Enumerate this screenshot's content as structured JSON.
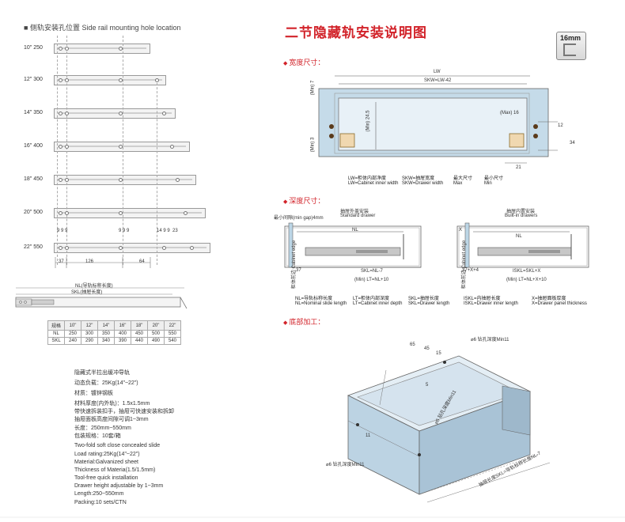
{
  "left": {
    "title": "侧轨安装孔位置  Side rail mounting hole location",
    "rails": [
      {
        "label": "10\"  250"
      },
      {
        "label": "12\"  300"
      },
      {
        "label": "14\"  350"
      },
      {
        "label": "16\"  400"
      },
      {
        "label": "18\"  450"
      },
      {
        "label": "20\"  500"
      },
      {
        "label": "22\"  550"
      }
    ],
    "hole_dims": {
      "a": "9 9 9",
      "b": "9 9 9",
      "c": "14 9 9",
      "d": "23"
    },
    "bottom_dims": {
      "d1": "37",
      "d2": "126",
      "d3": "64"
    },
    "slide_drawing": {
      "nl": "NL(导轨标称长度)",
      "skl": "SKL(抽屉长度)"
    },
    "table": {
      "header": [
        "规格",
        "10\"",
        "12\"",
        "14\"",
        "16\"",
        "18\"",
        "20\"",
        "22\""
      ],
      "rows": [
        [
          "NL",
          "250",
          "300",
          "350",
          "400",
          "450",
          "500",
          "550"
        ],
        [
          "SKL",
          "240",
          "290",
          "340",
          "390",
          "440",
          "490",
          "540"
        ]
      ]
    },
    "specs_cn": [
      "隐藏式半拉出缓冲导轨",
      "动态负载：25Kg(14\"~22\")",
      "材质：镀锌钢板",
      "材料厚度(内外轨)：1.5x1.5mm",
      "带快速拆装扣手，抽屉可快速安装和拆卸",
      "抽屉面板高度间隙可调1~3mm",
      "长度：250mm~550mm",
      "包装规格：10套/箱"
    ],
    "specs_en": [
      "Two-fold soft close concealed slide",
      "Load rating:25Kg(14\"~22\")",
      "Material:Galvanized sheet",
      "Thickness of Materia(1.5/1.5mm)",
      "Tool-free quick installation",
      "Drawer height adjustable by 1~3mm",
      "Length:250~550mm",
      "Packing:10 sets/CTN"
    ]
  },
  "right": {
    "title": "二节隐藏轨安装说明图",
    "badge": "16mm",
    "section1": "宽度尺寸：",
    "section2": "深度尺寸：",
    "section3": "底部加工：",
    "width_dims": {
      "lw": "LW",
      "skw": "SKW=LW-42",
      "min7": "(Min) 7",
      "min245": "(Min) 24.5",
      "max16": "(Max) 16",
      "min3": "(Min) 3",
      "d12": "12",
      "d34": "34",
      "d21": "21"
    },
    "width_legend": [
      {
        "cn": "LW=柜体内部净度",
        "en": "LW=Cabinet inner width"
      },
      {
        "cn": "SKW=抽屉宽度",
        "en": "SKW=Drawer width"
      },
      {
        "cn": "最大尺寸",
        "en": "Max"
      },
      {
        "cn": "最小尺寸",
        "en": "Min"
      }
    ],
    "depth_left": {
      "title_cn": "抽屉外盖安装",
      "title_en": "Standard drawer",
      "gap": "最小间隙(min gap)4mm",
      "nl": "NL",
      "edge": "柜体前边 Cabinet edge",
      "d37": "37",
      "skl": "SKL=NL-7",
      "lt": "(Min) LT=NL+10"
    },
    "depth_right": {
      "title_cn": "抽屉内置安装",
      "title_en": "Built-in drawers",
      "x": "X",
      "nl": "NL",
      "edge": "柜体前边 Cabinet edge",
      "d37": "37+X+4",
      "iskl": "ISKL=SKL+X",
      "lt": "(Min) LT=NL+X+10"
    },
    "depth_legend": [
      {
        "cn": "NL=导轨标称长度",
        "en": "NL=Nominal slide length"
      },
      {
        "cn": "LT=柜体内部深度",
        "en": "LT=Cabinet inner depth"
      },
      {
        "cn": "SKL=抽屉长度",
        "en": "SKL=Drawer length"
      },
      {
        "cn": "ISKL=内抽屉长度",
        "en": "ISKL=Drawer inner length"
      },
      {
        "cn": "X=抽屉面板厚度",
        "en": "X=Drawer panel thickness"
      }
    ],
    "bottom_dims": {
      "hole_top": "⌀6 钻孔深度Min11",
      "d65": "65",
      "d45": "45",
      "d15": "15",
      "d5": "5",
      "hole_mid": "⌀6 钻孔深度Min11",
      "d11": "11",
      "hole_low": "⌀6 钻孔深度Min11",
      "skl": "抽屉长度SKL=导轨标称长度NL-7"
    }
  }
}
